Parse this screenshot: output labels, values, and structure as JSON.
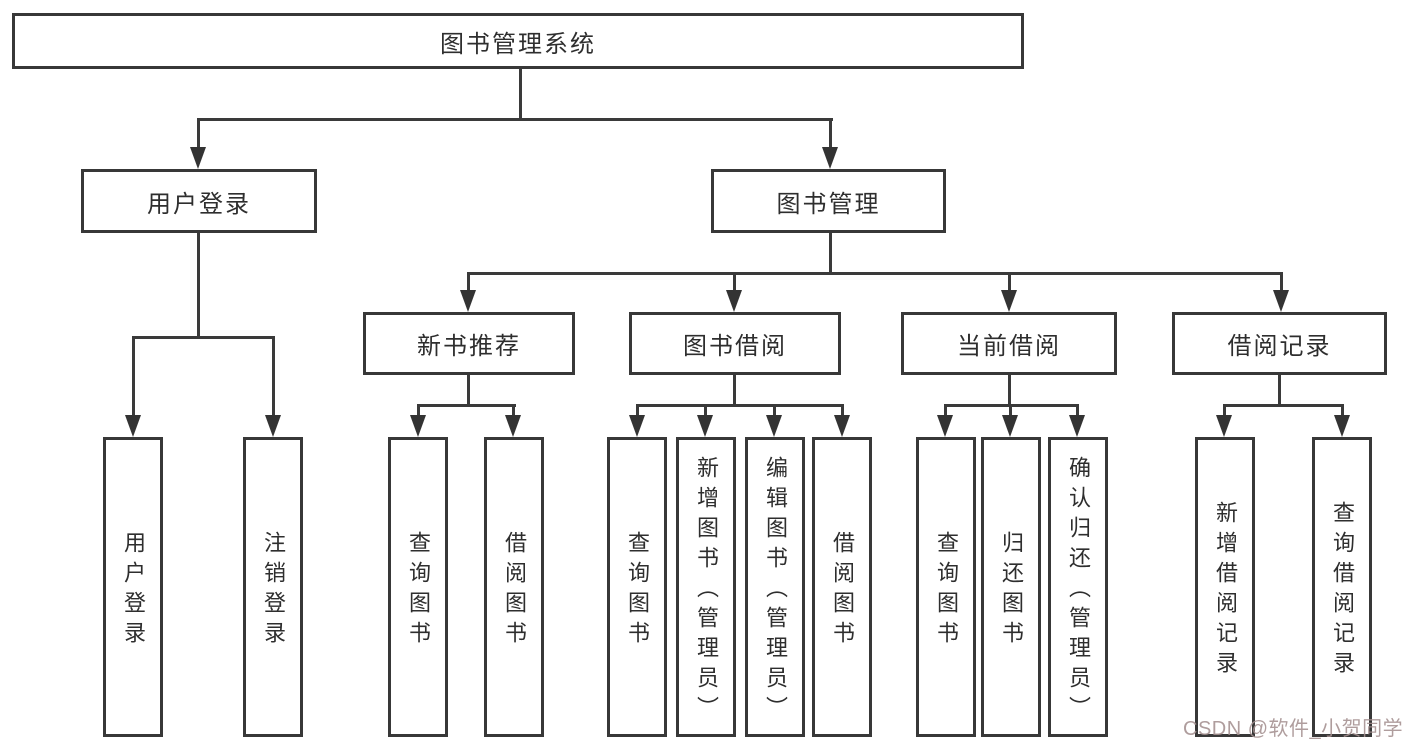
{
  "diagram": {
    "root": {
      "label": "图书管理系统"
    },
    "level2": [
      {
        "label": "用户登录"
      },
      {
        "label": "图书管理"
      }
    ],
    "level3": [
      {
        "label": "新书推荐"
      },
      {
        "label": "图书借阅"
      },
      {
        "label": "当前借阅"
      },
      {
        "label": "借阅记录"
      }
    ],
    "leaves": {
      "login": [
        "用户登录",
        "注销登录"
      ],
      "recommend": [
        "查询图书",
        "借阅图书"
      ],
      "borrow": [
        "查询图书",
        "新增图书（管理员）",
        "编辑图书（管理员）",
        "借阅图书"
      ],
      "current": [
        "查询图书",
        "归还图书",
        "确认归还（管理员）"
      ],
      "records": [
        "新增借阅记录",
        "查询借阅记录"
      ]
    },
    "watermark": "CSDN @软件_小贺同学",
    "colors": {
      "border": "#383838",
      "line": "#3a3a3a",
      "text": "#2e2e2e",
      "watermark": "#a49090",
      "background": "#ffffff"
    }
  }
}
